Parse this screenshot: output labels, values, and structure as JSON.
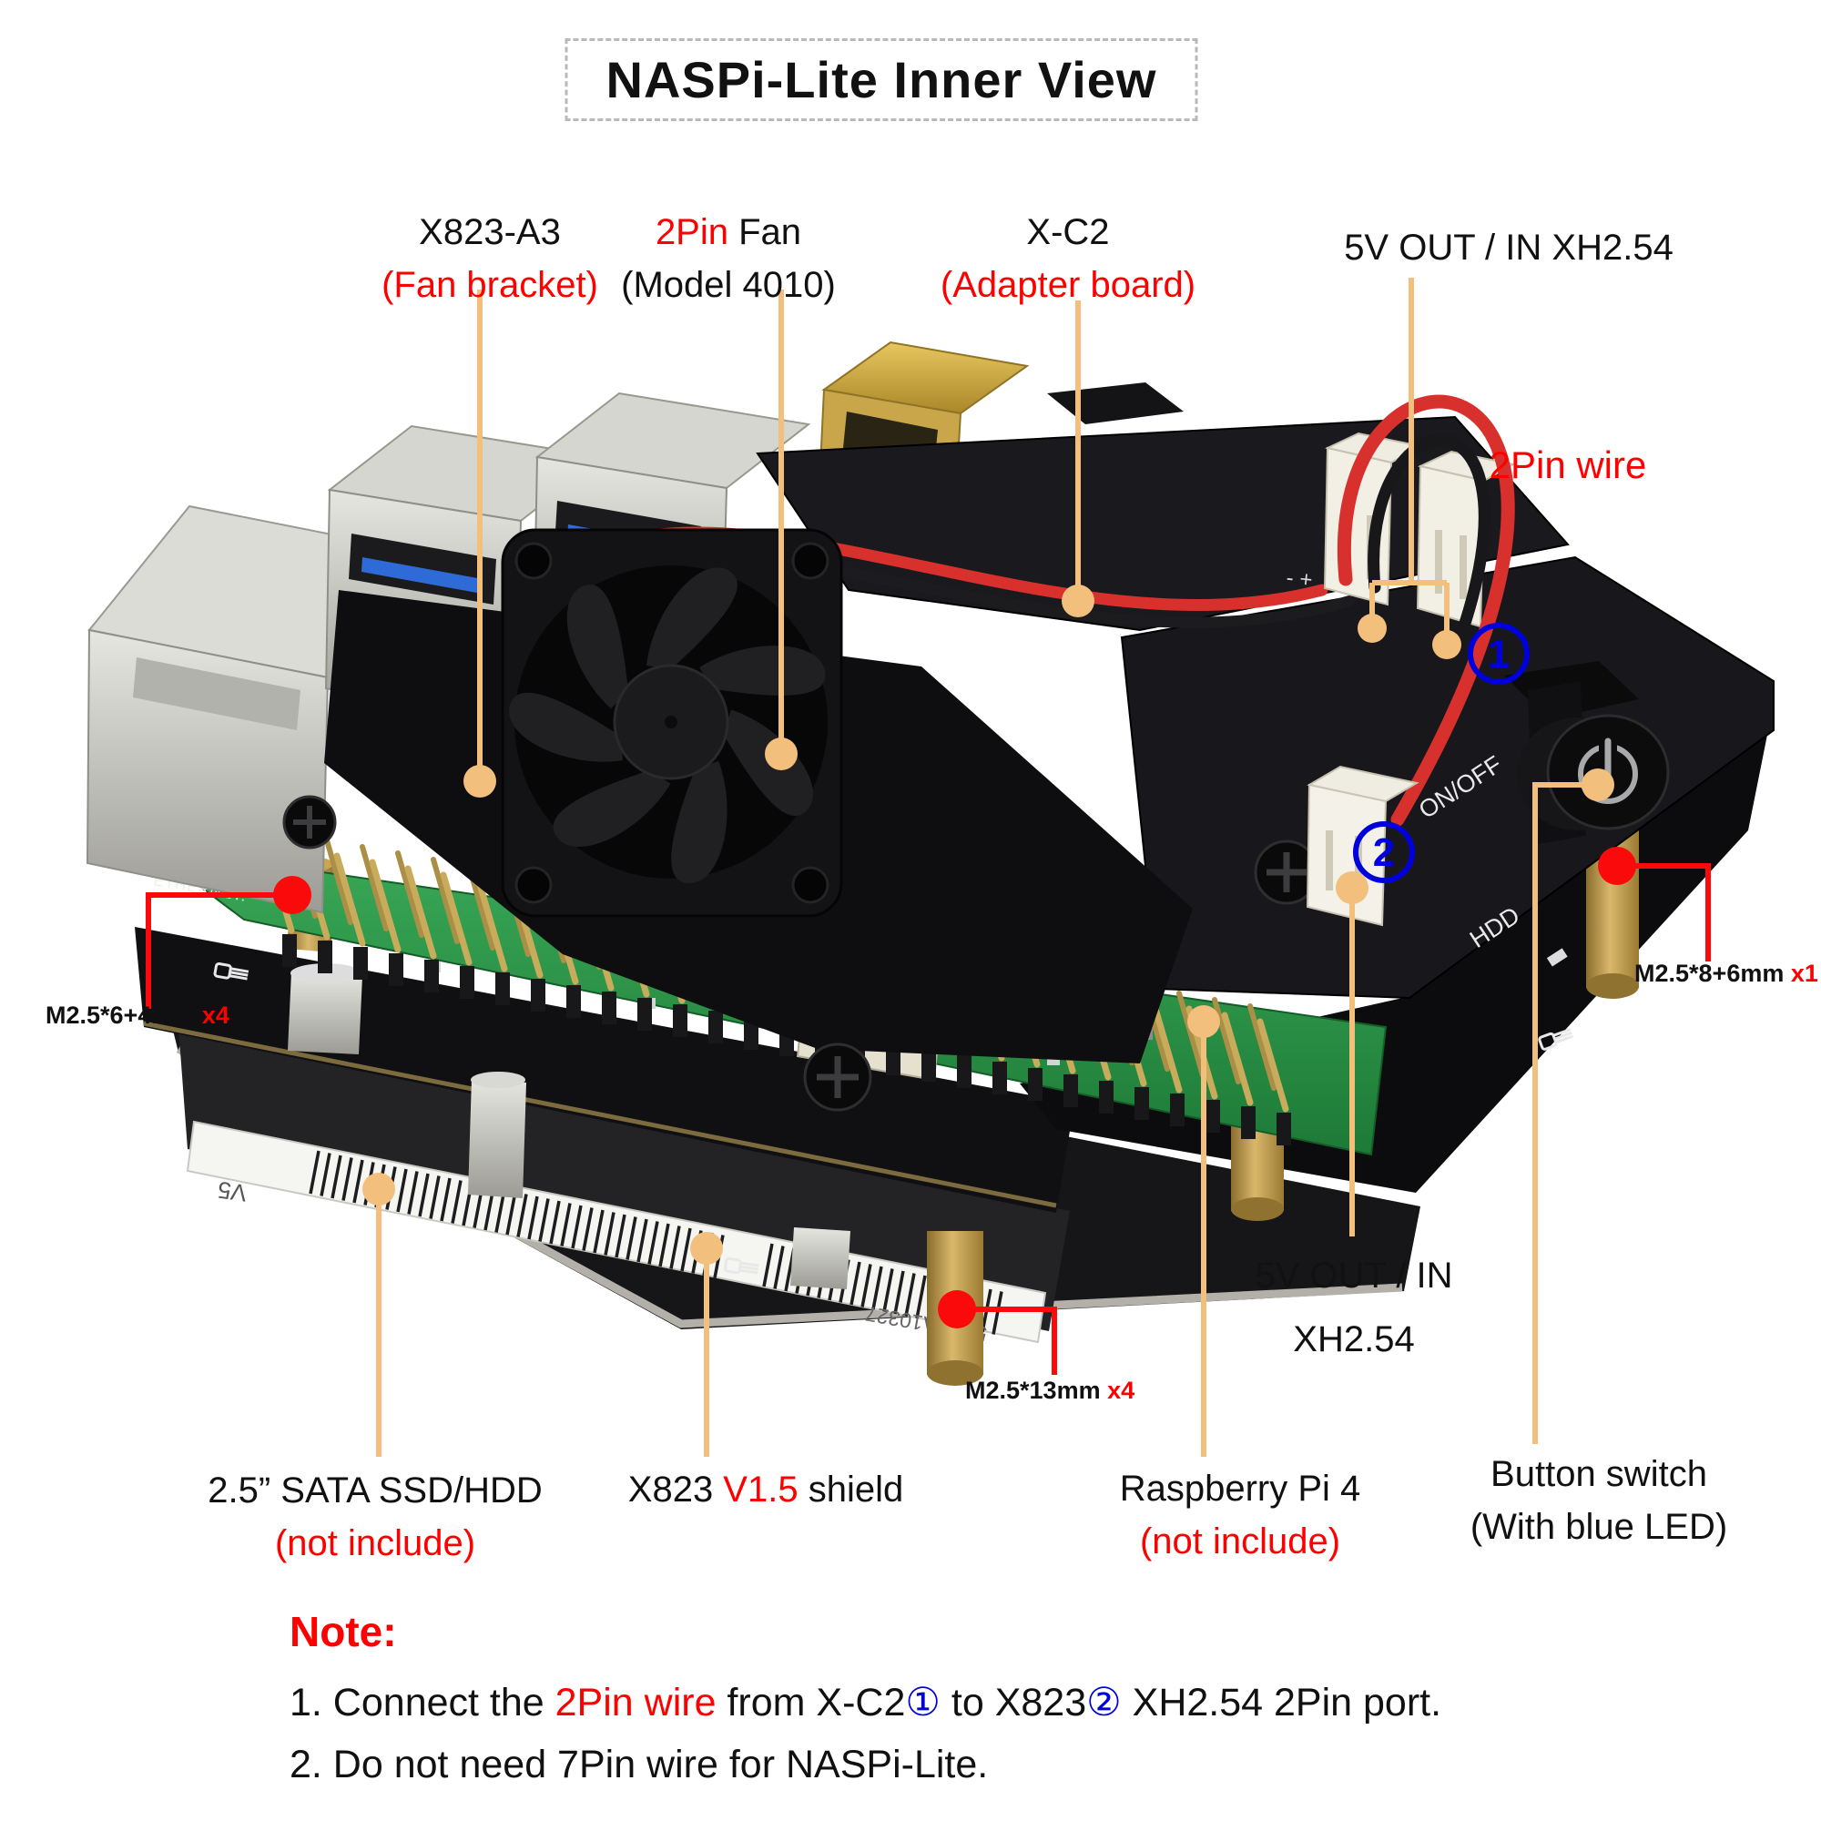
{
  "title": "NASPi-Lite Inner View",
  "colors": {
    "leader_orange": "#F2BF7D",
    "annotation_red": "#FF0000",
    "annotation_blue": "#0000DC",
    "pcb_green": "#2E9A4E",
    "brass": "#C2A054"
  },
  "labels": {
    "fan_bracket": {
      "line1": "X823-A3",
      "line2": "(Fan bracket)"
    },
    "fan": {
      "line1_red": "2Pin",
      "line1_black": " Fan",
      "line2": "(Model 4010)"
    },
    "adapter": {
      "line1": "X-C2",
      "line2": "(Adapter board)"
    },
    "xh_top": "5V OUT / IN XH2.54",
    "wire": "2Pin wire",
    "screw_right": {
      "text": "M2.5*8+6mm ",
      "count": "x1"
    },
    "screw_left": {
      "text": "M2.5*6+4mm ",
      "count": "x4"
    },
    "screw_bottom": {
      "text": "M2.5*13mm ",
      "count": "x4"
    },
    "xh_bottom": {
      "line1": "5V OUT / IN",
      "line2": "XH2.54"
    },
    "ssd": {
      "line1": "2.5” SATA SSD/HDD",
      "line2": "(not include)"
    },
    "shield": {
      "part1": "X823 ",
      "part2": "V1.5",
      "part3": " shield"
    },
    "pi": {
      "line1": "Raspberry Pi 4",
      "line2": "(not include)"
    },
    "button": {
      "line1": "Button switch",
      "line2": "(With blue LED)"
    }
  },
  "markers": {
    "m1": "1",
    "m2": "2"
  },
  "board_text": {
    "ethernet": "ETHERNET.",
    "on_off": "ON/OFF",
    "hdd": "HDD",
    "ssd_version": "V5",
    "ssd_serial": "5YBTA10327",
    "polarity": "- +"
  },
  "note": {
    "heading": "Note:",
    "line1": {
      "s1": "1. Connect the ",
      "s2": "2Pin wire",
      "s3": " from X-C2",
      "s4": "①",
      "s5": " to X823",
      "s6": "②",
      "s7": " XH2.54 2Pin port."
    },
    "line2": "2. Do not need 7Pin wire for NASPi-Lite."
  }
}
